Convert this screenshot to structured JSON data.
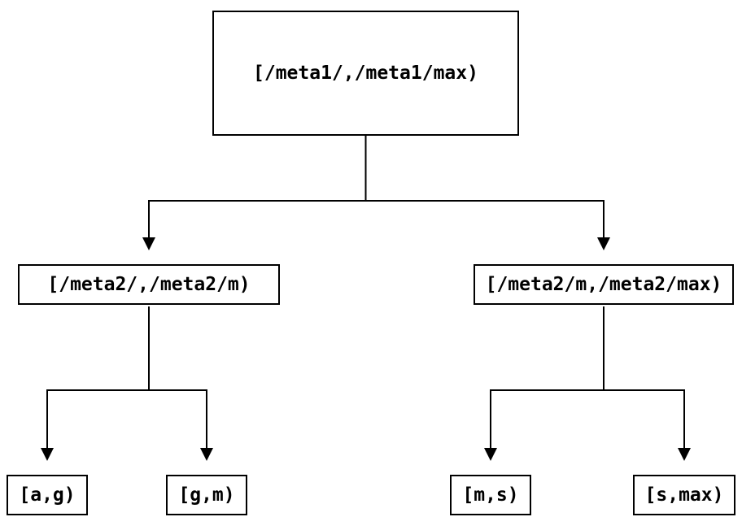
{
  "diagram": {
    "colors": {
      "background": "#ffffff",
      "line": "#000000",
      "node_fill": "#ffffff",
      "node_border": "#000000",
      "text": "#000000"
    },
    "nodes": {
      "root": {
        "label": "[/meta1/,/meta1/max)"
      },
      "left": {
        "label": "[/meta2/,/meta2/m)"
      },
      "right": {
        "label": "[/meta2/m,/meta2/max)"
      },
      "leaf_ag": {
        "label": "[a,g)"
      },
      "leaf_gm": {
        "label": "[g,m)"
      },
      "leaf_ms": {
        "label": "[m,s)"
      },
      "leaf_smax": {
        "label": "[s,max)"
      }
    }
  }
}
